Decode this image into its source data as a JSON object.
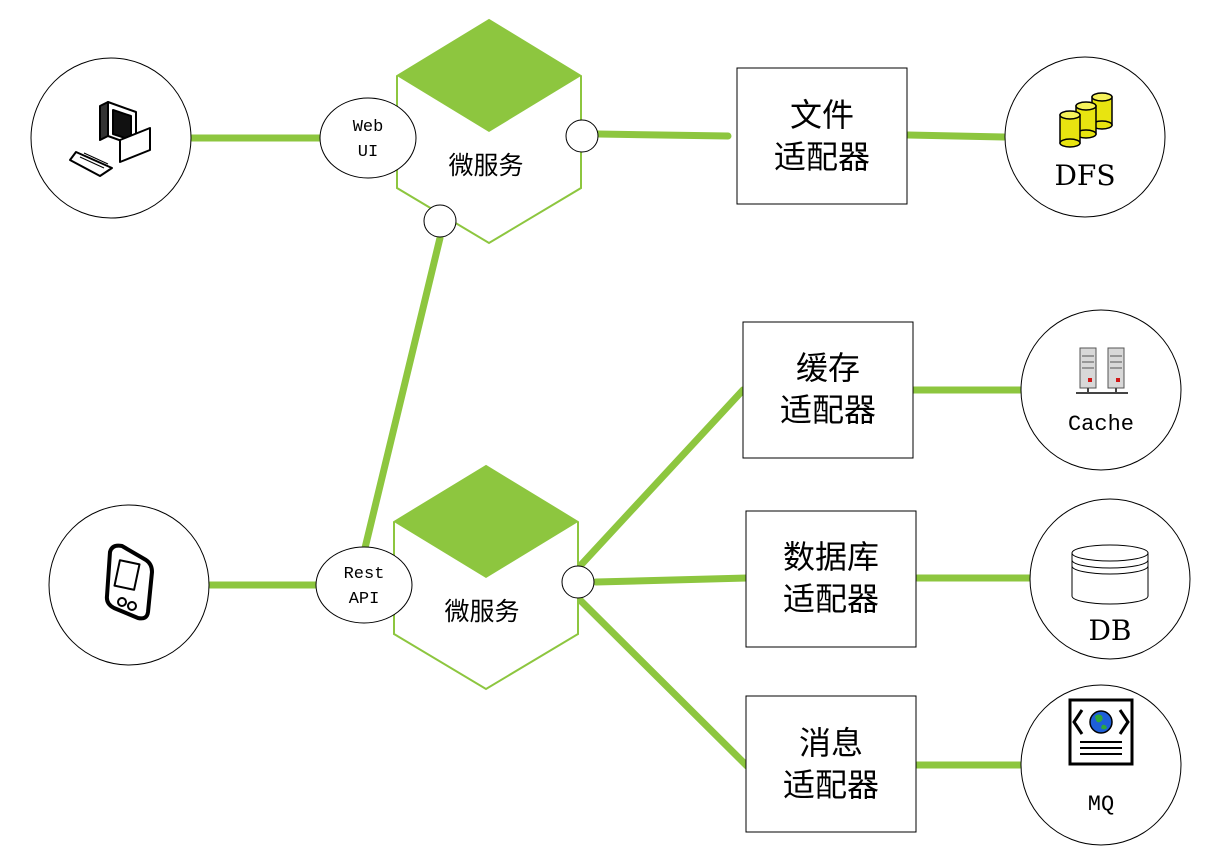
{
  "colors": {
    "accent": "#8dc63f",
    "stroke": "#000000",
    "background": "#ffffff"
  },
  "services": [
    {
      "label": "微服务",
      "port_label_lines": [
        "Web",
        "UI"
      ]
    },
    {
      "label": "微服务",
      "port_label_lines": [
        "Rest",
        "API"
      ]
    }
  ],
  "adapters": [
    {
      "lines": [
        "文件",
        "适配器"
      ]
    },
    {
      "lines": [
        "缓存",
        "适配器"
      ]
    },
    {
      "lines": [
        "数据库",
        "适配器"
      ]
    },
    {
      "lines": [
        "消息",
        "适配器"
      ]
    }
  ],
  "clients": [
    {
      "icon": "desktop-computer-icon"
    },
    {
      "icon": "mobile-phone-icon"
    }
  ],
  "backends": [
    {
      "label": "DFS",
      "icon": "storage-cylinders-icon"
    },
    {
      "label": "Cache",
      "icon": "server-rack-icon"
    },
    {
      "label": "DB",
      "icon": "database-icon"
    },
    {
      "label": "MQ",
      "icon": "web-document-icon"
    }
  ]
}
